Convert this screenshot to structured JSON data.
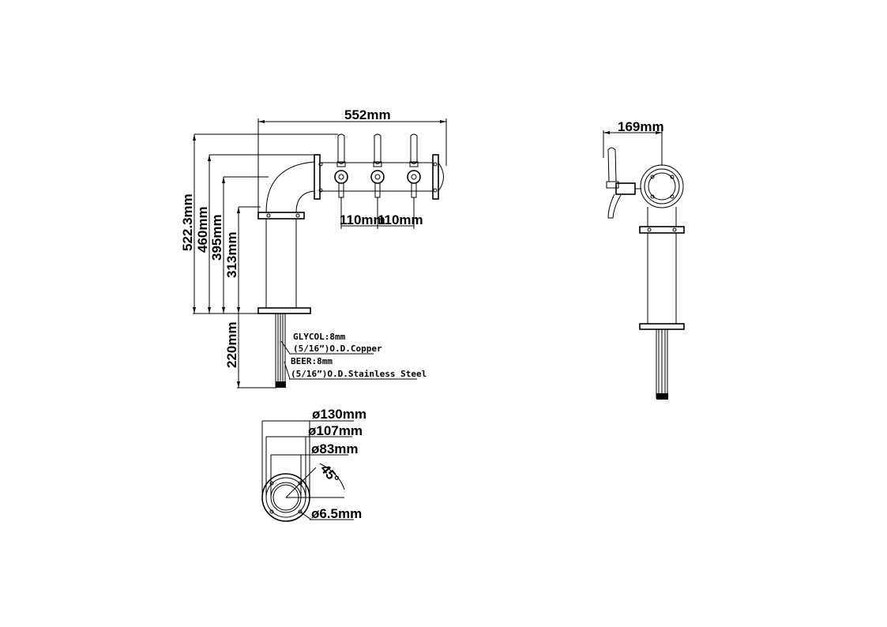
{
  "front_view": {
    "width_label": "552mm",
    "height_labels": {
      "overall": "522.3mm",
      "top_flange": "460mm",
      "tube_top": "395mm",
      "column": "313mm",
      "lines": "220mm"
    },
    "tap_spacing": [
      "110mm",
      "110mm"
    ],
    "notes": [
      "GLYCOL:8mm",
      "(5/16”)O.D.Copper",
      "BEER:8mm",
      "(5/16”)O.D.Stainless Steel"
    ]
  },
  "side_view": {
    "depth_label": "169mm"
  },
  "base_view": {
    "flange_diameter": "ø130mm",
    "bolt_circle": "ø107mm",
    "column_diameter": "ø83mm",
    "bolt_angle": "45°",
    "bolt_hole": "ø6.5mm"
  },
  "colors": {
    "line": "#000000",
    "background": "#ffffff"
  }
}
